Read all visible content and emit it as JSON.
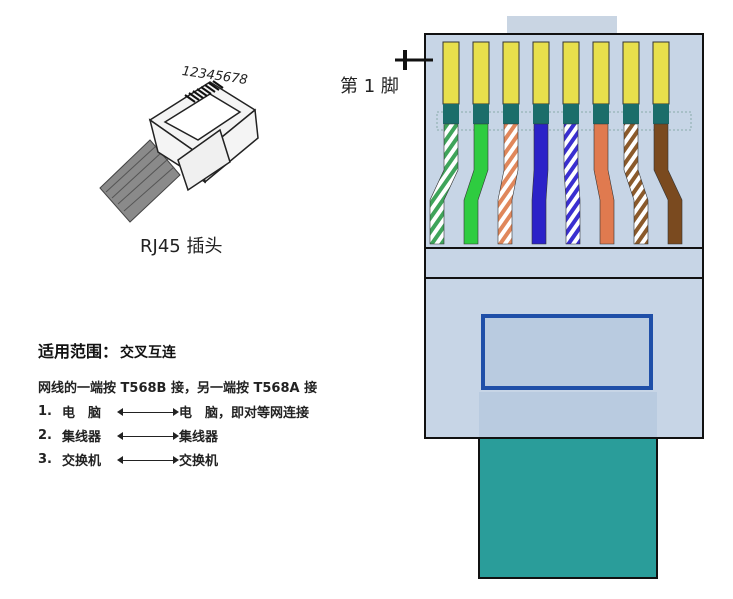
{
  "plug": {
    "pin_numbers": "12345678",
    "caption": "RJ45 插头"
  },
  "connector": {
    "pin1_label": "第 1 脚",
    "wire_colors": [
      "#3fa45a",
      "#2ecc40",
      "#e0875b",
      "#2b22c8",
      "#3a2fd0",
      "#e07a4f",
      "#8b5a2b",
      "#7a4a1f"
    ],
    "wire_striped": [
      true,
      false,
      true,
      false,
      true,
      false,
      true,
      false
    ],
    "pin_color": "#e8df4c",
    "body_color": "#c7d5e6",
    "cable_color": "#2a9d9a",
    "window_border_color": "#1f4fa8"
  },
  "scope": {
    "title": "适用范围：",
    "value": "交叉互连",
    "description": "网线的一端按 T568B 接，另一端按 T568A 接",
    "items": [
      {
        "num": "1.",
        "left": "电　脑",
        "right": "电　脑，即对等网连接"
      },
      {
        "num": "2.",
        "left": "集线器",
        "right": "集线器"
      },
      {
        "num": "3.",
        "left": "交换机",
        "right": "交换机"
      }
    ]
  }
}
